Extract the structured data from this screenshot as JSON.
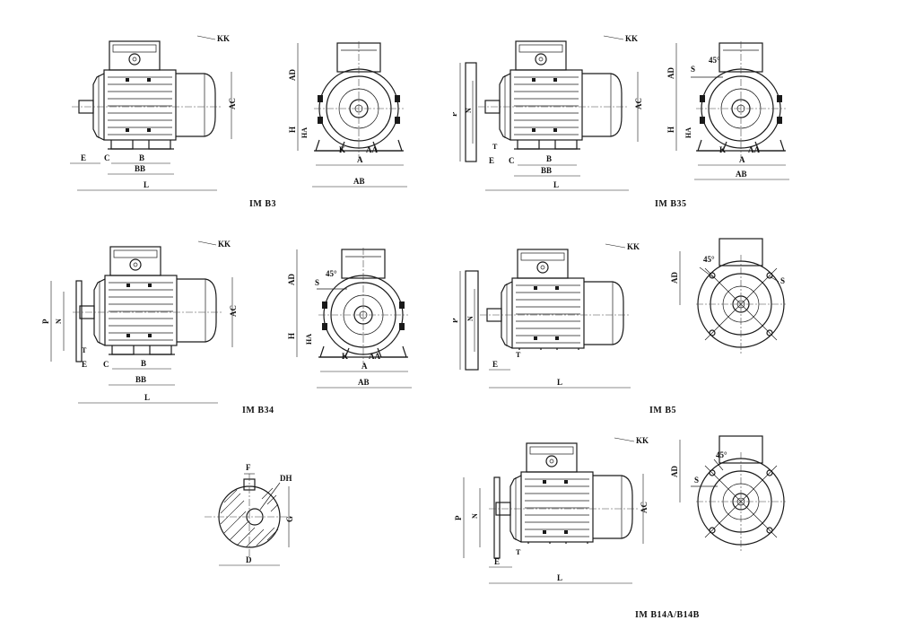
{
  "sheet": {
    "views": [
      {
        "id": "b3",
        "caption": "IM B3",
        "side_labels": {
          "kk": "KK",
          "e": "E",
          "c": "C",
          "b": "B",
          "bb": "BB",
          "l": "L",
          "ac": "AC"
        },
        "front_labels": {
          "ad": "AD",
          "h": "H",
          "ha": "HA",
          "k": "K",
          "aa": "AA",
          "a": "A",
          "ab": "AB"
        }
      },
      {
        "id": "b35",
        "caption": "IM B35",
        "side_labels": {
          "kk": "KK",
          "p": "P",
          "n": "N",
          "t": "T",
          "e": "E",
          "c": "C",
          "b": "B",
          "bb": "BB",
          "l": "L",
          "ac": "AC"
        },
        "front_labels": {
          "ad": "AD",
          "s": "S",
          "angle": "45°",
          "h": "H",
          "ha": "HA",
          "k": "K",
          "aa": "AA",
          "a": "A",
          "ab": "AB"
        }
      },
      {
        "id": "b34",
        "caption": "IM B34",
        "side_labels": {
          "kk": "KK",
          "p": "P",
          "n": "N",
          "t": "T",
          "e": "E",
          "c": "C",
          "b": "B",
          "bb": "BB",
          "l": "L",
          "ac": "AC"
        },
        "front_labels": {
          "ad": "AD",
          "s": "S",
          "angle": "45°",
          "h": "H",
          "ha": "HA",
          "k": "K",
          "aa": "AA",
          "a": "A",
          "ab": "AB"
        }
      },
      {
        "id": "b5",
        "caption": "IM B5",
        "side_labels": {
          "kk": "KK",
          "p": "P",
          "n": "N",
          "t": "T",
          "e": "E",
          "l": "L"
        },
        "front_labels": {
          "ad": "AD",
          "s": "S",
          "angle": "45°"
        }
      },
      {
        "id": "shaft",
        "caption": "",
        "labels": {
          "f": "F",
          "dh": "DH",
          "g": "G",
          "d": "D"
        }
      },
      {
        "id": "b14",
        "caption": "IM B14A/B14B",
        "side_labels": {
          "kk": "KK",
          "p": "P",
          "n": "N",
          "t": "T",
          "e": "E",
          "l": "L",
          "ac": "AC"
        },
        "front_labels": {
          "ad": "AD",
          "s": "S",
          "angle": "45°"
        }
      }
    ]
  }
}
